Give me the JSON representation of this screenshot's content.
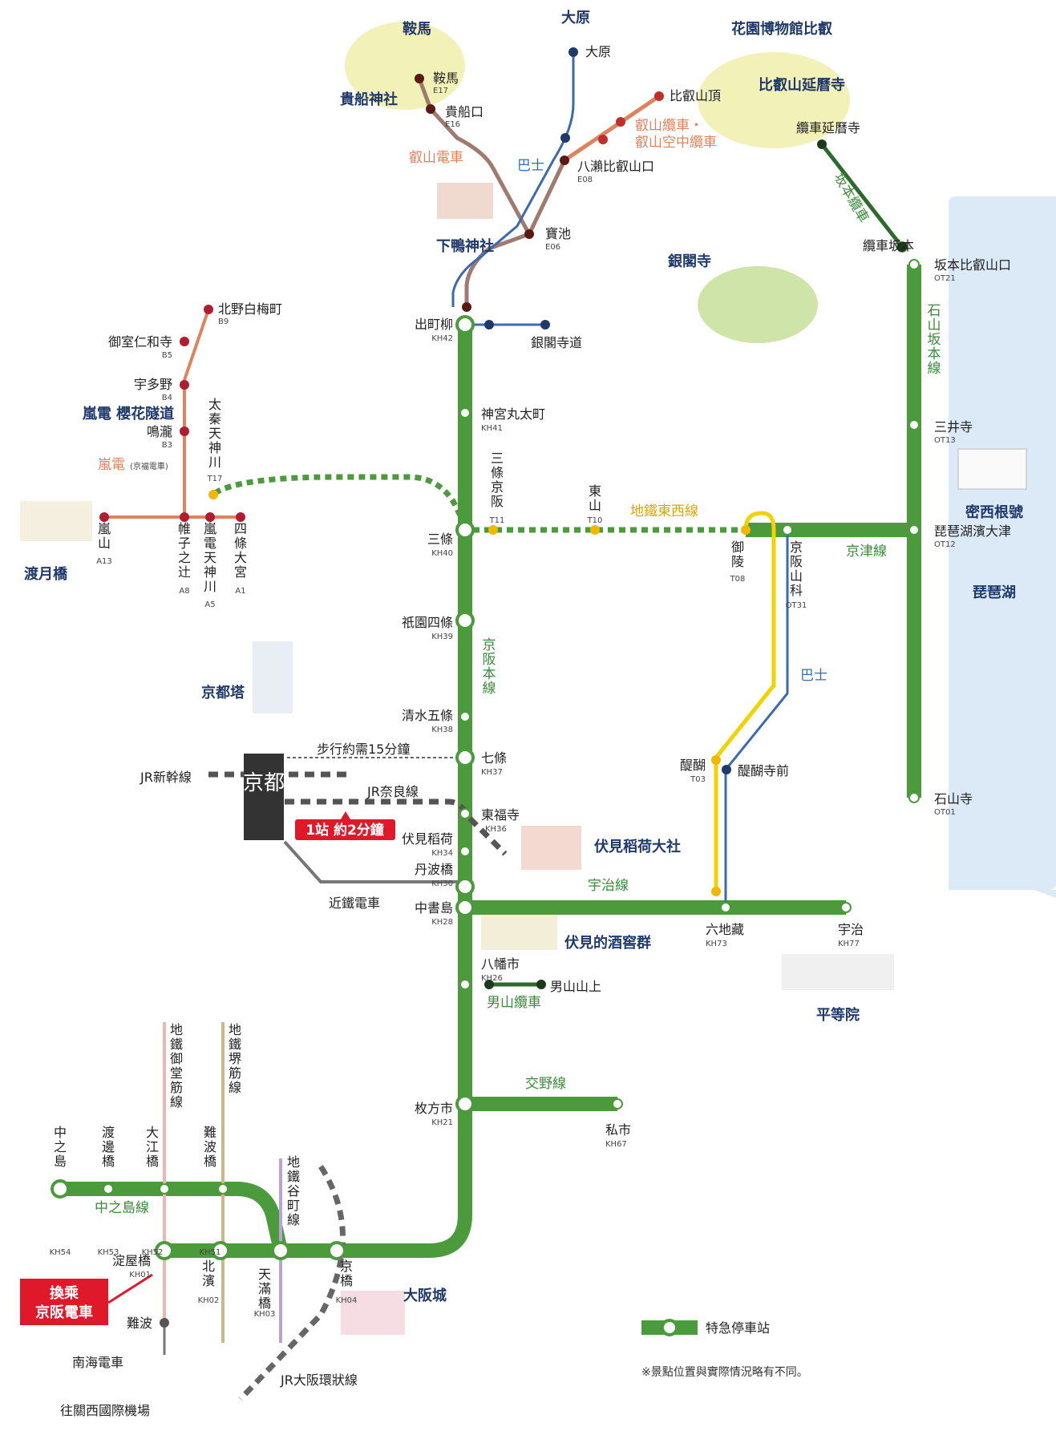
{
  "lines": {
    "keihan_main": "京阪本線",
    "keishin": "京津線",
    "uji": "宇治線",
    "katano": "交野線",
    "nakanoshima": "中之島線",
    "ishiyama": "石山坂本線",
    "tozai": "地鐵東西線",
    "eizan": "叡山電車",
    "eizan_cable": "叡山纜車・\n叡山空中纜車",
    "sakamoto_cable": "坂本纜車",
    "otokoyama": "男山纜車",
    "randen": "嵐電",
    "randen_sub": "(京福電車)",
    "bus": "巴士",
    "bus2": "巴士",
    "jr_shinkansen": "JR新幹線",
    "jr_nara": "JR奈良線",
    "kintetsu": "近鐵電車",
    "walk": "步行約需15分鐘",
    "one_stop": "1站 約2分鐘",
    "midosuji": "地鐵御堂筋線",
    "sakaisuji": "地鐵堺筋線",
    "tanimachi": "地鐵谷町線",
    "jr_loop": "JR大阪環狀線",
    "nankai": "南海電車",
    "kix": "往關西國際機場",
    "transfer1": "換乘",
    "transfer2": "京阪電車"
  },
  "stations": {
    "demachi": "出町柳",
    "demachi_c": "KH42",
    "jingu": "神宮丸太町",
    "jingu_c": "KH41",
    "sanjo": "三條",
    "sanjo_c": "KH40",
    "gion": "祇園四條",
    "gion_c": "KH39",
    "kiyomizu": "清水五條",
    "kiyomizu_c": "KH38",
    "shichijo": "七條",
    "shichijo_c": "KH37",
    "tofukuji": "東福寺",
    "tofukuji_c": "KH36",
    "fushimi": "伏見稻荷",
    "fushimi_c": "KH34",
    "tanbabashi": "丹波橋",
    "tanbabashi_c": "KH30",
    "chushojima": "中書島",
    "chushojima_c": "KH28",
    "yawata": "八幡市",
    "yawata_c": "KH26",
    "hirakata": "枚方市",
    "hirakata_c": "KH21",
    "kisaichi": "私市",
    "kisaichi_c": "KH67",
    "rokujizo": "六地藏",
    "rokujizo_c": "KH73",
    "uji": "宇治",
    "uji_c": "KH77",
    "otokoyama_top": "男山山上",
    "yodoyabashi": "淀屋橋",
    "yodoyabashi_c": "KH01",
    "kitahama": "北濱",
    "kitahama_c": "KH02",
    "tenmabashi": "天滿橋",
    "tenmabashi_c": "KH03",
    "kyobashi": "京橋",
    "kyobashi_c": "KH04",
    "nakanoshima": "中之島",
    "nakanoshima_c": "KH54",
    "watanabebashi": "渡邊橋",
    "watanabebashi_c": "KH53",
    "oebashi": "大江橋",
    "oebashi_c": "KH52",
    "naniwabashi": "難波橋",
    "naniwabashi_c": "KH51",
    "namba": "難波",
    "ginkakuji": "銀閣寺道",
    "kyoto": "京都",
    "sanjo_keihan": "三條京阪",
    "sanjo_keihan_c": "T11",
    "higashiyama": "東山",
    "higashiyama_c": "T10",
    "misasagi": "御陵",
    "misasagi_c": "T08",
    "keihan_yamashina": "京阪山科",
    "keihan_yamashina_c": "OT31",
    "daigo": "醍醐",
    "daigo_c": "T03",
    "daigoji": "醍醐寺前",
    "sakamoto_hieizan": "坂本比叡山口",
    "sakamoto_hieizan_c": "OT21",
    "miidera": "三井寺",
    "miidera_c": "OT13",
    "biwako_hamaotsu": "琵琶湖濱大津",
    "biwako_hamaotsu_c": "OT12",
    "ishiyamadera": "石山寺",
    "ishiyamadera_c": "OT01",
    "cable_sakamoto": "纜車坂本",
    "cable_enryakuji": "纜車延曆寺",
    "kurama": "鞍馬",
    "kurama_c": "E17",
    "kibuneguchi": "貴船口",
    "kibuneguchi_c": "E16",
    "yase": "八瀨比叡山口",
    "yase_c": "E08",
    "takaragaike": "寶池",
    "takaragaike_c": "E06",
    "hieizan_top": "比叡山頂",
    "ohara": "大原",
    "kitano": "北野白梅町",
    "kitano_c": "B9",
    "omuro": "御室仁和寺",
    "omuro_c": "B5",
    "utano": "宇多野",
    "utano_c": "B4",
    "narutaki": "鳴瀧",
    "narutaki_c": "B3",
    "uzumasa": "太秦天神川",
    "uzumasa_c": "T17",
    "arashiyama": "嵐山",
    "arashiyama_c": "A13",
    "katabiranotsuji": "帷子之辻",
    "katabiranotsuji_c": "A8",
    "randen_tenjingawa": "嵐電天神川",
    "randen_tenjingawa_c": "A5",
    "shijo_omiya": "四條大宮",
    "shijo_omiya_c": "A1"
  },
  "spots": {
    "kurama": "鞍馬",
    "kifune": "貴船神社",
    "ohara": "大原",
    "botanical": "花園博物館比叡",
    "enryakuji": "比叡山延曆寺",
    "shimogamo": "下鴨神社",
    "ginkakuji": "銀閣寺",
    "sakura_tunnel": "嵐電 櫻花隧道",
    "togetsukyo": "渡月橋",
    "kyoto_tower": "京都塔",
    "michigan": "密西根號",
    "biwako": "琵琶湖",
    "fushimi_inari": "伏見稻荷大社",
    "sake": "伏見的酒窖群",
    "byodoin": "平等院",
    "osaka_castle": "大阪城"
  },
  "legend": {
    "express": "特急停車站",
    "note": "※景點位置與實際情況略有不同。"
  },
  "colors": {
    "keihan": "#4b9a3b",
    "eizan": "#a07a6e",
    "randen": "#e0825e",
    "tozai": "#f2d200",
    "bus": "#3a6ab0",
    "sakamoto": "#2e6a2e",
    "lake": "#dce9f7",
    "transfer": "#e0192a"
  }
}
